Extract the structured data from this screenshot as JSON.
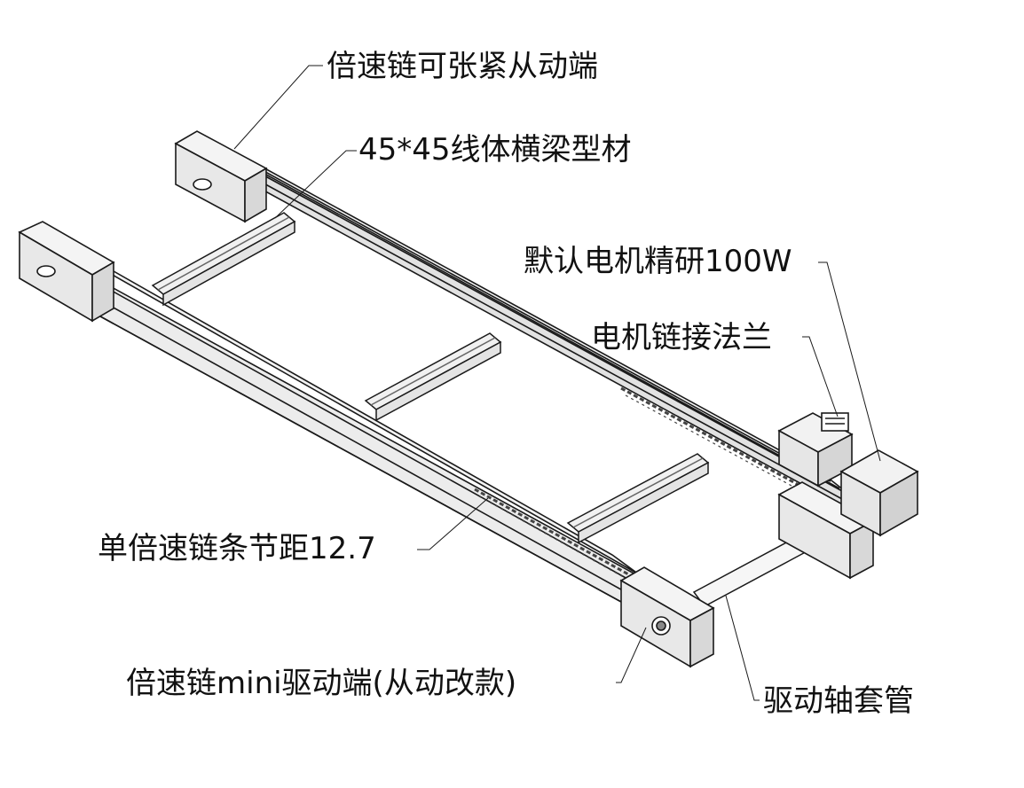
{
  "diagram": {
    "labels": [
      {
        "id": "tension",
        "text": "倍速链可张紧从动端"
      },
      {
        "id": "beam",
        "text": "45*45线体横梁型材"
      },
      {
        "id": "motor",
        "text": "默认电机精研100W"
      },
      {
        "id": "flange",
        "text": "电机链接法兰"
      },
      {
        "id": "pitch",
        "text": "单倍速链条节距12.7"
      },
      {
        "id": "drive_end",
        "text": "倍速链mini驱动端(从动改款)"
      },
      {
        "id": "sleeve",
        "text": "驱动轴套管"
      }
    ],
    "colors": {
      "line": "#1a1a1a",
      "profile_fill": "#f3f3f3",
      "block_fill": "#e9e9e9",
      "chain": "#444444",
      "background": "#ffffff"
    }
  }
}
